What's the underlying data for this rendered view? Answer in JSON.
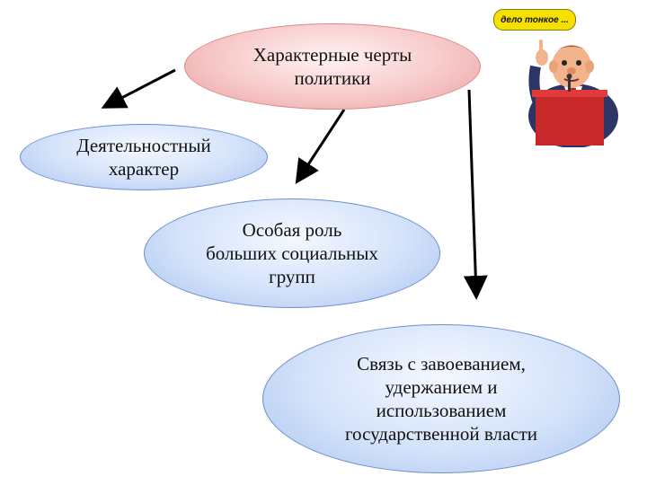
{
  "nodes": {
    "root": "Характерные черты\nполитики",
    "activity": "Деятельностный\nхарактер",
    "groups": "Особая роль\nбольших социальных\nгрупп",
    "power": "Связь с завоеванием,\nудержанием и\nиспользованием\nгосударственной власти"
  },
  "speech_bubble": "дело тонкое ...",
  "colors": {
    "root_fill": "#f7c9c9",
    "child_fill": "#d3e2fa",
    "arrow": "#000000",
    "bubble": "#f5e000"
  }
}
